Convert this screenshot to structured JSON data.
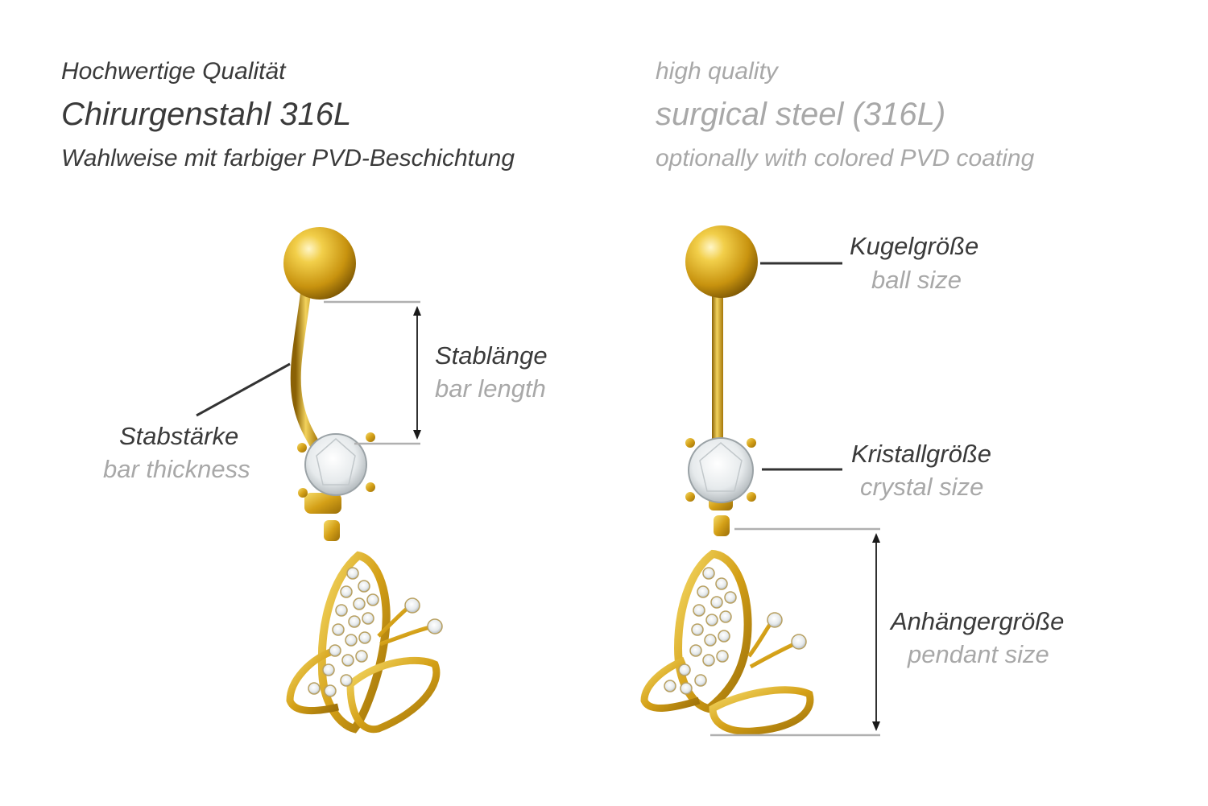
{
  "header": {
    "de": {
      "line1": "Hochwertige Qualität",
      "line2": "Chirurgenstahl 316L",
      "line3": "Wahlweise mit farbiger PVD-Beschichtung"
    },
    "en": {
      "line1": "high quality",
      "line2": "surgical steel (316L)",
      "line3": "optionally with colored PVD coating"
    }
  },
  "labels": {
    "bar_length": {
      "de": "Stablänge",
      "en": "bar length"
    },
    "bar_thickness": {
      "de": "Stabstärke",
      "en": "bar thickness"
    },
    "ball_size": {
      "de": "Kugelgröße",
      "en": "ball size"
    },
    "crystal_size": {
      "de": "Kristallgröße",
      "en": "crystal size"
    },
    "pendant_size": {
      "de": "Anhängergröße",
      "en": "pendant size"
    }
  },
  "colors": {
    "gold": "#d4a017",
    "gold_dark": "#9a6e08",
    "gold_light": "#f6dc6a",
    "crystal": "#eef2f4",
    "text_de": "#3a3a3a",
    "text_en": "#a8a8a8",
    "measure_line": "#b0b0b0"
  }
}
